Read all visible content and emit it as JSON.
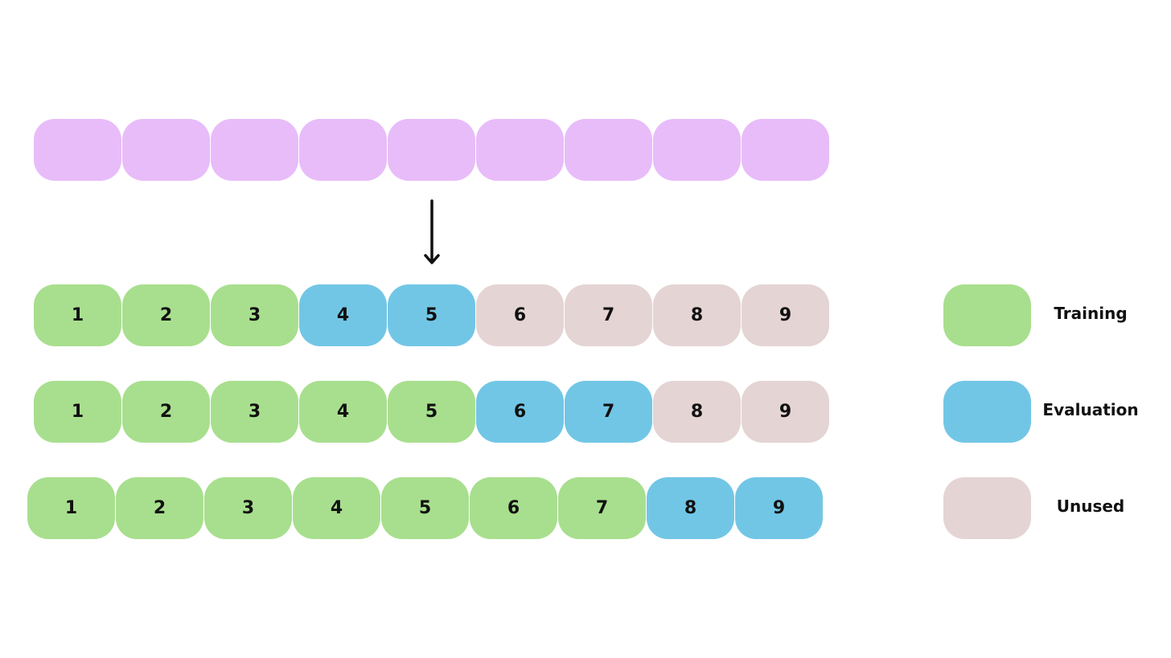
{
  "colors": {
    "dataset": "#e8bcf9",
    "training": "#a8df8e",
    "evaluation": "#72c6e5",
    "unused": "#e5d4d4",
    "arrow": "#111111"
  },
  "dataset_blocks": [
    "",
    "",
    "",
    "",
    "",
    "",
    "",
    "",
    ""
  ],
  "splits": [
    {
      "blocks": [
        {
          "label": "1",
          "role": "training"
        },
        {
          "label": "2",
          "role": "training"
        },
        {
          "label": "3",
          "role": "training"
        },
        {
          "label": "4",
          "role": "evaluation"
        },
        {
          "label": "5",
          "role": "evaluation"
        },
        {
          "label": "6",
          "role": "unused"
        },
        {
          "label": "7",
          "role": "unused"
        },
        {
          "label": "8",
          "role": "unused"
        },
        {
          "label": "9",
          "role": "unused"
        }
      ]
    },
    {
      "blocks": [
        {
          "label": "1",
          "role": "training"
        },
        {
          "label": "2",
          "role": "training"
        },
        {
          "label": "3",
          "role": "training"
        },
        {
          "label": "4",
          "role": "training"
        },
        {
          "label": "5",
          "role": "training"
        },
        {
          "label": "6",
          "role": "evaluation"
        },
        {
          "label": "7",
          "role": "evaluation"
        },
        {
          "label": "8",
          "role": "unused"
        },
        {
          "label": "9",
          "role": "unused"
        }
      ]
    },
    {
      "blocks": [
        {
          "label": "1",
          "role": "training"
        },
        {
          "label": "2",
          "role": "training"
        },
        {
          "label": "3",
          "role": "training"
        },
        {
          "label": "4",
          "role": "training"
        },
        {
          "label": "5",
          "role": "training"
        },
        {
          "label": "6",
          "role": "training"
        },
        {
          "label": "7",
          "role": "training"
        },
        {
          "label": "8",
          "role": "evaluation"
        },
        {
          "label": "9",
          "role": "evaluation"
        }
      ]
    }
  ],
  "legend": [
    {
      "role": "training",
      "label": "Training"
    },
    {
      "role": "evaluation",
      "label": "Evaluation"
    },
    {
      "role": "unused",
      "label": "Unused"
    }
  ]
}
